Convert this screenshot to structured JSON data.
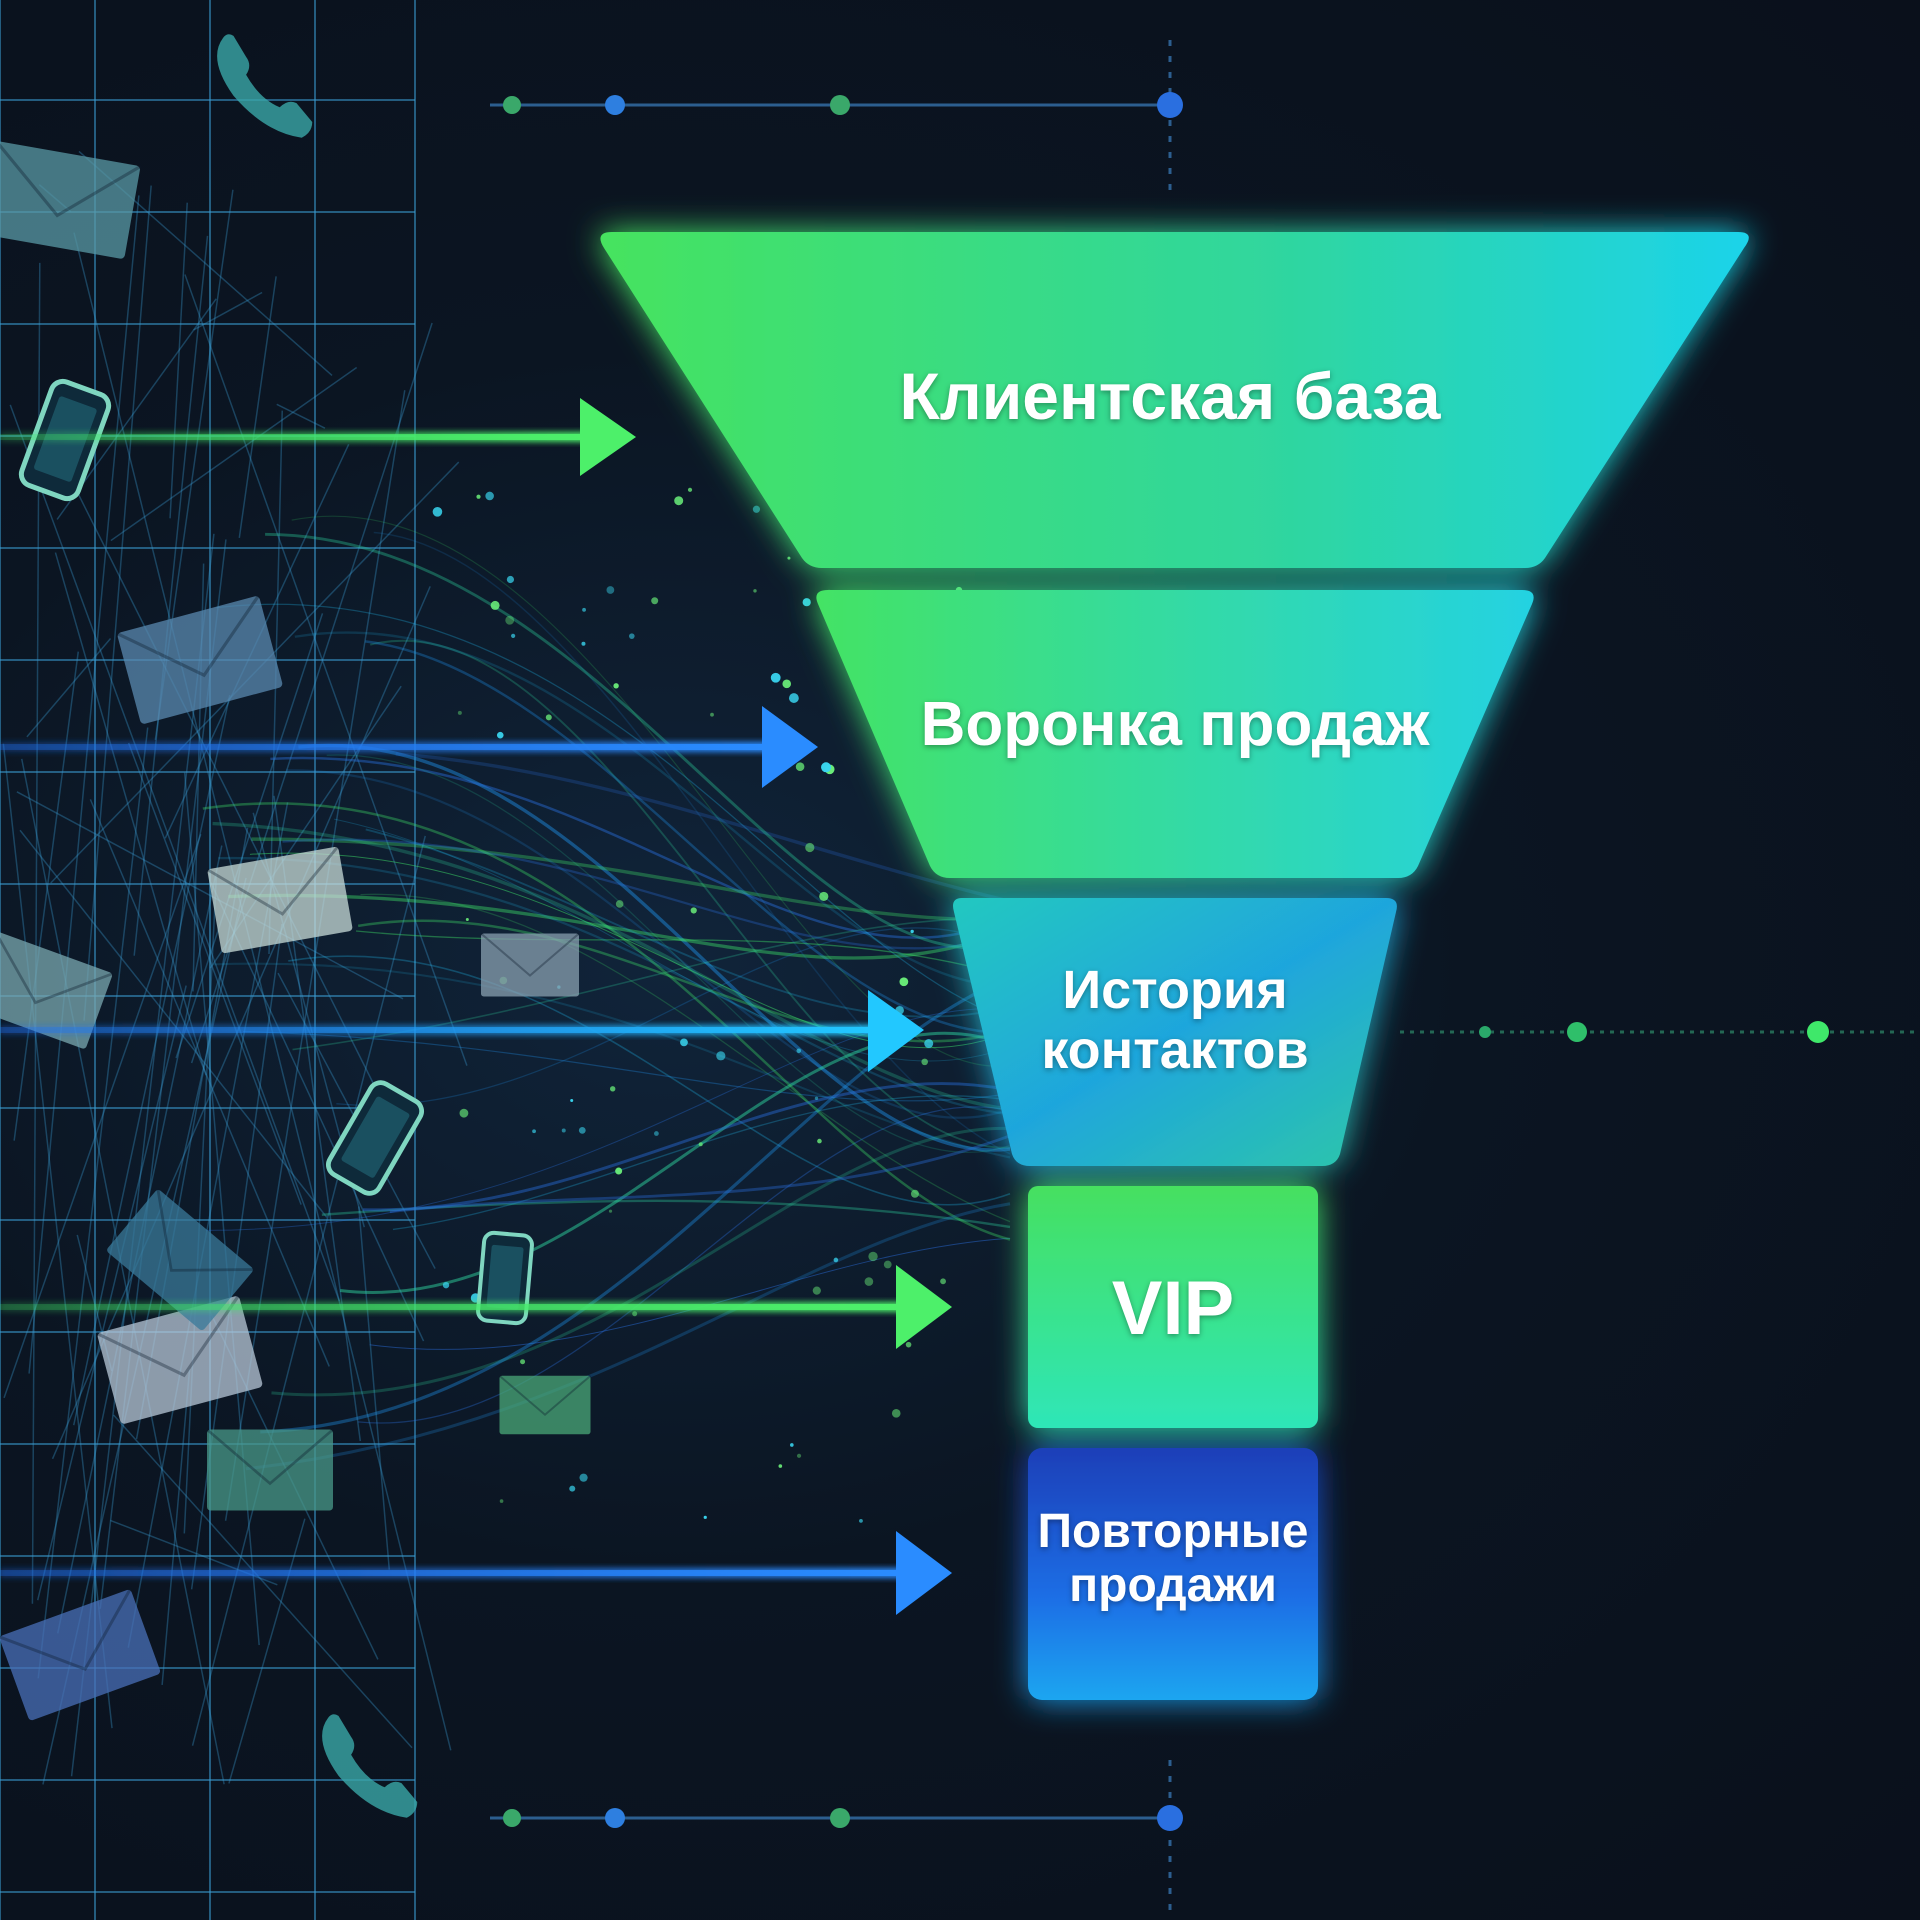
{
  "colors": {
    "background": "#0b1220",
    "green": "#3fe86a",
    "cyan": "#22d8e6",
    "blue": "#1f7ff0",
    "grid": "#3a9ad0"
  },
  "icons": [
    "envelope-icon",
    "smartphone-icon",
    "phone-handset-icon"
  ],
  "funnel": {
    "stages": [
      {
        "label": "Клиентская база"
      },
      {
        "label": "Воронка продаж"
      },
      {
        "label": "История контактов"
      },
      {
        "label": "VIP"
      },
      {
        "label": "Повторные продажи"
      }
    ]
  }
}
